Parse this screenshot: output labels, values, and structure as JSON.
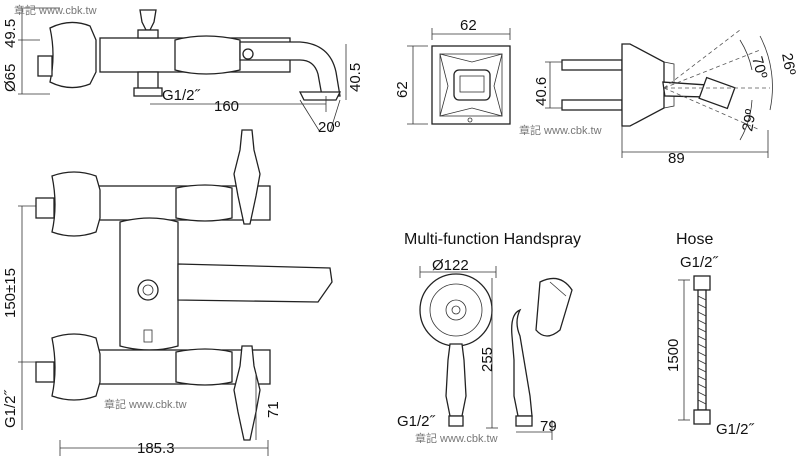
{
  "dimensions": {
    "top_height": "49.5",
    "top_diameter": "Ø65",
    "top_thread": "G1/2˝",
    "spout_length": "160",
    "spout_height": "40.5",
    "spout_angle": "20º",
    "plate_width": "62",
    "plate_height": "62",
    "side_height": "40.6",
    "angle_26": "26º",
    "angle_70": "70º",
    "angle_29": "29º",
    "side_depth": "89",
    "center_distance": "150±15",
    "front_thread": "G1/2˝",
    "front_width": "185.3",
    "front_handle": "71",
    "handspray_diameter": "Ø122",
    "handspray_length": "255",
    "handspray_thread": "G1/2˝",
    "handspray_depth": "79",
    "hose_thread_top": "G1/2˝",
    "hose_length": "1500",
    "hose_thread_bottom": "G1/2˝"
  },
  "labels": {
    "handspray_title": "Multi-function Handspray",
    "hose_title": "Hose"
  },
  "watermarks": {
    "wm_top": "章記 www.cbk.tw",
    "wm_side": "章記 www.cbk.tw",
    "wm_front": "章記 www.cbk.tw",
    "wm_handspray": "章記 www.cbk.tw"
  }
}
